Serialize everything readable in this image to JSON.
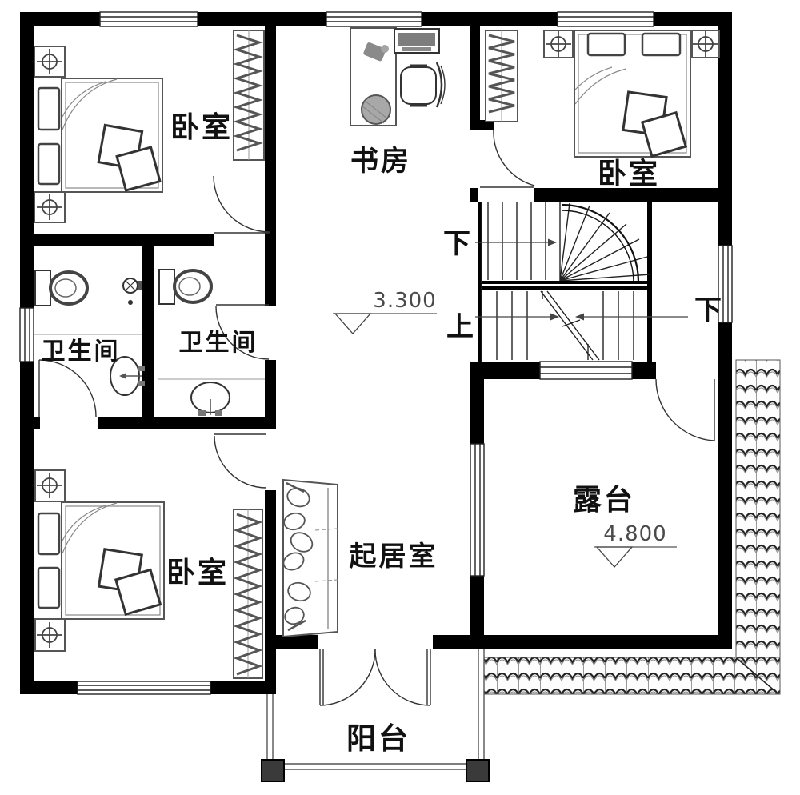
{
  "plan": {
    "rooms": {
      "bedroom_top_left": "卧室",
      "study": "书房",
      "bedroom_top_right": "卧室",
      "bathroom_left": "卫生间",
      "bathroom_right": "卫生间",
      "bedroom_bottom_left": "卧室",
      "living_room": "起居室",
      "terrace": "露台",
      "balcony": "阳台"
    },
    "stairs": {
      "down_left": "下",
      "up": "上",
      "down_right": "下"
    },
    "levels": {
      "hall_elevation": "3.300",
      "terrace_elevation": "4.800"
    },
    "colors": {
      "wall": "#000000",
      "line": "#333333",
      "furniture": "#555555",
      "level_text": "#4a4a4a",
      "background": "#ffffff"
    }
  }
}
